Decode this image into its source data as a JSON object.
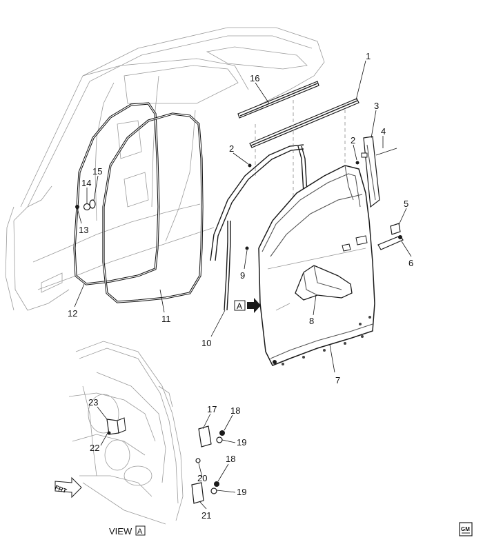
{
  "callouts": [
    "1",
    "2",
    "3",
    "4",
    "5",
    "6",
    "7",
    "8",
    "9",
    "10",
    "11",
    "12",
    "13",
    "14",
    "15",
    "16",
    "17",
    "18",
    "19",
    "20",
    "21",
    "22",
    "23"
  ],
  "view_label": "VIEW",
  "view_letter": "A",
  "arrow_letter": "A",
  "front_marker": "FRT",
  "logo_text": "GM"
}
